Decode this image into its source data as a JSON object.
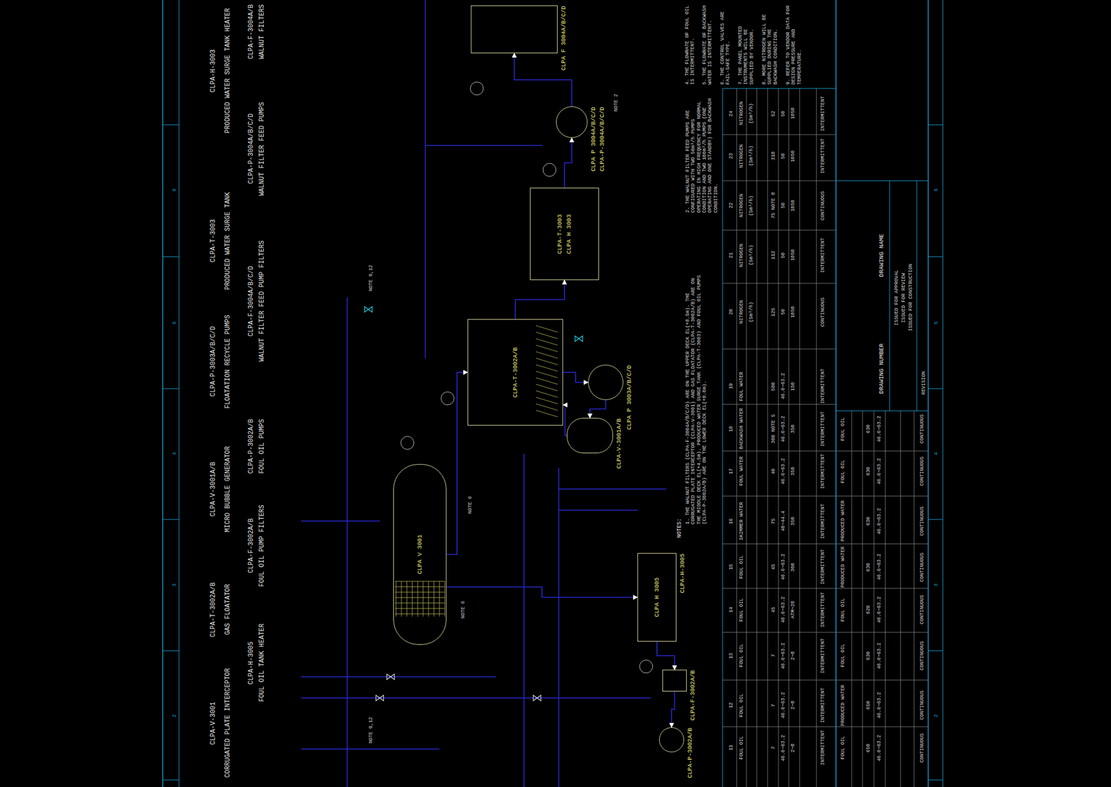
{
  "diagram": {
    "nodes": [
      {
        "text": [
          "CLPA V 3001"
        ]
      },
      {
        "text": [
          "CLPA-T-3002A/B"
        ]
      },
      {
        "text": [
          "CLPA-T-3003",
          "CLPA H 3003"
        ]
      },
      {
        "text": [
          "CLPA P 3003A/B/C/D"
        ]
      },
      {
        "text": [
          "CLPA-V-3001A/B"
        ]
      },
      {
        "text": [
          "CLPA P 3004A/B/C/D",
          "CLPA-P-3004A/B/C/D"
        ]
      },
      {
        "text": [
          "CLPA F 3004A/B/C/D"
        ]
      },
      {
        "text": [
          "CLPA H 3005",
          "CLPA-H-3005"
        ]
      },
      {
        "text": [
          "CLPA-F-3002A/B"
        ]
      },
      {
        "text": [
          "CLPA-P-3002A/B"
        ]
      }
    ],
    "edges": [
      {
        "from": 0,
        "to": 1,
        "arrow": "to"
      },
      {
        "from": 1,
        "to": 3,
        "arrow": "to"
      },
      {
        "from": 3,
        "to": 4,
        "arrow": "to"
      },
      {
        "from": 4,
        "to": 1,
        "arrow": "to"
      },
      {
        "from": 1,
        "to": 2,
        "arrow": "to"
      },
      {
        "from": 2,
        "to": 5,
        "arrow": "to"
      },
      {
        "from": 5,
        "to": 6,
        "arrow": "to"
      },
      {
        "from": 0,
        "to": 7,
        "arrow": "to"
      },
      {
        "from": 7,
        "to": 8,
        "arrow": "to"
      },
      {
        "from": 8,
        "to": 9,
        "arrow": "to"
      }
    ],
    "labels": [
      "CLPA-V-3001",
      "CORRUGATED PLATE INTERCEPTOR",
      "CLPA-H-3005",
      "FOUL OIL TANK HEATER",
      "CLPA-T-3002A/B",
      "GAS FLOATATOR",
      "CLPA-F-3002A/B",
      "FOUL OIL PUMP FILTERS",
      "CLPA-V-3001A/B",
      "MICRO BUBBLE GENERATOR",
      "CLPA-P-3002A/B",
      "FOUL OIL PUMPS",
      "CLPA-P-3003A/B/C/D",
      "FLOATATION RECYCLE PUMPS",
      "CLPA-F-3004A/B/C/D",
      "WALNUT FILTER FEED PUMP FILTERS",
      "CLPA-T-3003",
      "PRODUCED WATER SURGE TANK",
      "CLPA-P-3004A/B/C/D",
      "WALNUT FILTER FEED PUMPS",
      "CLPA-H-3003",
      "PRODUCED WATER SURGE TANK HEATER",
      "CLPA-F-3004A/B",
      "WALNUT FILTERS",
      "NOTE 9,12",
      "NOTE 9,12",
      "NOTE 6",
      "NOTE 6",
      "NOTE 2",
      "NOTES:",
      "1. THE WALNUT FILTERS (CLPA-F-3004A/B/C/D) ARE ON THE UPPER DECK EL(+8.5m). THE CORRUGATED PLATE INTERCEPTOR (CLPA-V-3001) AND GAS FLOATATOR (CLPA-T-3002A/B) ARE ON THE MIDDLE DECK EL(+4.5m). PRODUCED WATER SURGE TANK (CLPA-T-3003) AND FOUL OIL PUMPS (CLPA-P-3002A/B) ARE ON THE LOWER DECK EL(+0.0m).",
      "2. THE WALNUT FILTER FEED PUMPS ARE CONFIGURED WITH TWO 50m³/h PUMPS OPERATING IN HIGH FREQUENCY FOR NORMAL CONDITION AND TWO 100m³/h PUMPS (ONE OPERATING AND ONE STANDBY) FOR BACKWASH CONDITION.",
      "4. THE FLOWRATE OF FOUL OIL IS INTERMITTENT.",
      "5. THE FLOWRATE OF BACKWASH WATER IS INTERMITTENT.",
      "6. THE CONTROL VALVES ARE FAIL-SAFE TYPE.",
      "7. THE PANEL MOUNTED INSTRUMENTS WILL BE SUPPLIED BY VENDOR.",
      "8. MORE NITROGEN WILL BE SUPPLIED DURING THE BACKWASH CONDITION.",
      "9. REFER TO VENDOR DATA FOR DESIGN PRESSURE AND TEMPERATURE.",
      "24",
      "23",
      "22",
      "21",
      "20",
      "19",
      "18",
      "17",
      "16",
      "15",
      "14",
      "13",
      "12",
      "11",
      "NITROGEN",
      "NITROGEN",
      "NITROGEN",
      "NITROGEN",
      "NITROGEN",
      "FOUL WATER",
      "BACKWASH WATER",
      "FOUL WATER",
      "SKIMMER WATER",
      "FOUL OIL",
      "FOUL OIL",
      "FOUL OIL",
      "FOUL OIL",
      "FOUL OIL",
      "(Sm³/h)",
      "(Sm³/h)",
      "(Sm³/h)",
      "(Sm³/h)",
      "(Sm³/h)",
      "52",
      "318",
      "75 NOTE 8",
      "112",
      "125",
      "500",
      "300 NOTE 5",
      "40",
      "75",
      "45",
      "45",
      "7",
      "7",
      "7",
      "50",
      "50",
      "50",
      "50",
      "50",
      "46.6~63.2",
      "46.6~63.2",
      "46.6~63.2",
      "40~44.4",
      "46.6~63.2",
      "46.6~63.2",
      "46.6~63.2",
      "46.6~63.2",
      "46.6~63.2",
      "1050",
      "1050",
      "1050",
      "1050",
      "1050",
      "150",
      "350",
      "350",
      "350",
      "300",
      "ATM~28",
      "2~8",
      "2~8",
      "2~8",
      "INTERMITTENT",
      "INTERMITTENT",
      "CONTINUOUS",
      "INTERMITTENT",
      "CONTINUOUS",
      "INTERMITTENT",
      "INTERMITTENT",
      "INTERMITTENT",
      "INTERMITTENT",
      "INTERMITTENT",
      "INTERMITTENT",
      "INTERMITTENT",
      "INTERMITTENT",
      "INTERMITTENT",
      "FOUL OIL",
      "FOUL OIL",
      "PRODUCED WATER",
      "PRODUCED WATER",
      "FOUL OIL",
      "FOUL OIL",
      "PRODUCED WATER",
      "FOUL OIL",
      "630",
      "630",
      "630",
      "630",
      "620",
      "630",
      "650",
      "650",
      "46.6~63.2",
      "46.6~63.2",
      "46.6~63.2",
      "46.6~63.2",
      "46.6~63.2",
      "46.6~63.2",
      "46.6~63.2",
      "46.6~63.2",
      "CONTINUOUS",
      "CONTINUOUS",
      "CONTINUOUS",
      "CONTINUOUS",
      "CONTINUOUS",
      "CONTINUOUS",
      "CONTINUOUS",
      "CONTINUOUS",
      "DRAWING NAME",
      "DRAWING NUMBER",
      "ISSUED FOR APPROVAL",
      "ISSUED FOR REVIEW",
      "ISSUED FOR CONSTRUCTION",
      "REVISION",
      "2",
      "3",
      "4",
      "5",
      "6",
      "2",
      "3",
      "4",
      "5",
      "6"
    ]
  }
}
